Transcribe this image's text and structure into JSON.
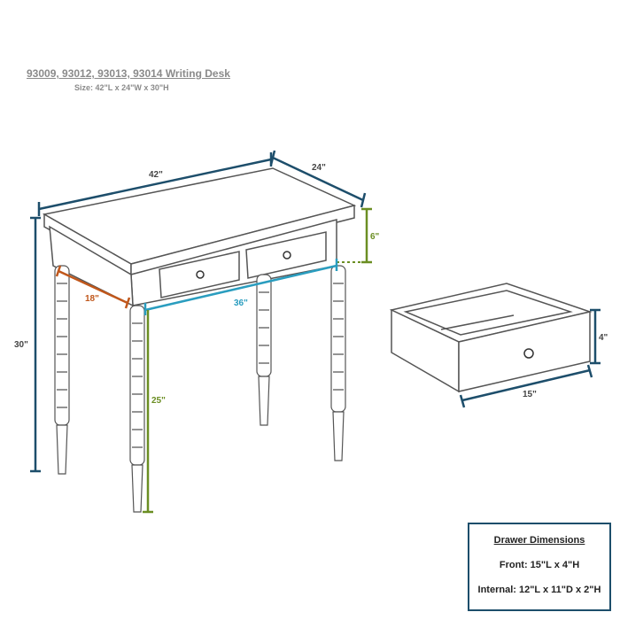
{
  "title": "93009, 93012, 93013, 93014 Writing Desk",
  "size": "Size: 42\"L x 24\"W x 30\"H",
  "dims": {
    "length": "42\"",
    "width": "24\"",
    "height": "30\"",
    "apron": "6\"",
    "side": "18\"",
    "inner": "36\"",
    "clearance": "25\"",
    "drawer_h": "4\"",
    "drawer_w": "15\""
  },
  "drawer_box": {
    "heading": "Drawer Dimensions",
    "front": "Front: 15\"L x 4\"H",
    "internal": "Internal: 12\"L x 11\"D x 2\"H"
  },
  "colors": {
    "navy": "#1d4e6b",
    "orange": "#c0571b",
    "teal": "#2a9dbf",
    "green": "#6b8e23",
    "line": "#555555"
  }
}
